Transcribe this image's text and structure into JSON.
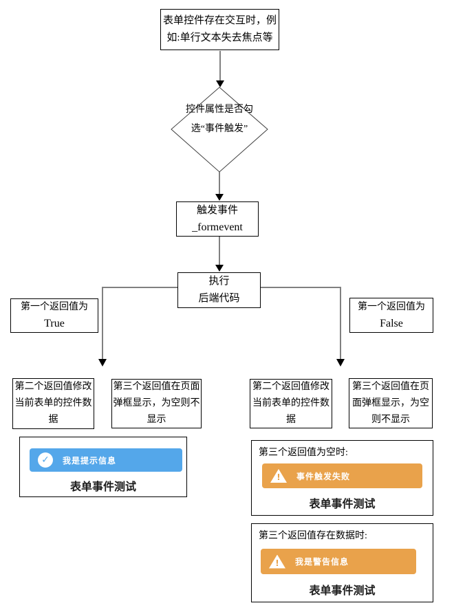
{
  "flow": {
    "start": "表单控件存在交互时，例如:单行文本失去焦点等",
    "decision": "控件属性是否勾选“事件触发”",
    "trigger_line1": "触发事件",
    "trigger_line2": "_formevent",
    "execute_line1": "执行",
    "execute_line2": "后端代码",
    "branch_true_line1": "第一个返回值为",
    "branch_true_line2": "True",
    "branch_false_line1": "第一个返回值为",
    "branch_false_line2": "False",
    "second_return_left": "第二个返回值修改当前表单的控件数据",
    "third_return_left": "第三个返回值在页面弹框显示，为空则不显示",
    "second_return_right": "第二个返回值修改当前表单的控件数据",
    "third_return_right": "第三个返回值在页面弹框显示，为空则不显示"
  },
  "examples": {
    "success": {
      "toast": "我是提示信息",
      "title": "表单事件测试"
    },
    "empty": {
      "heading": "第三个返回值为空时:",
      "toast": "事件触发失败",
      "title": "表单事件测试"
    },
    "with_data": {
      "heading": "第三个返回值存在数据时:",
      "toast": "我是警告信息",
      "title": "表单事件测试"
    }
  },
  "icons": {
    "check": "✓",
    "exclamation": "!"
  },
  "colors": {
    "info_blue": "#54a7ea",
    "warning_orange": "#e9a24b",
    "line_gray": "#808080",
    "arrow_black": "#000000"
  }
}
